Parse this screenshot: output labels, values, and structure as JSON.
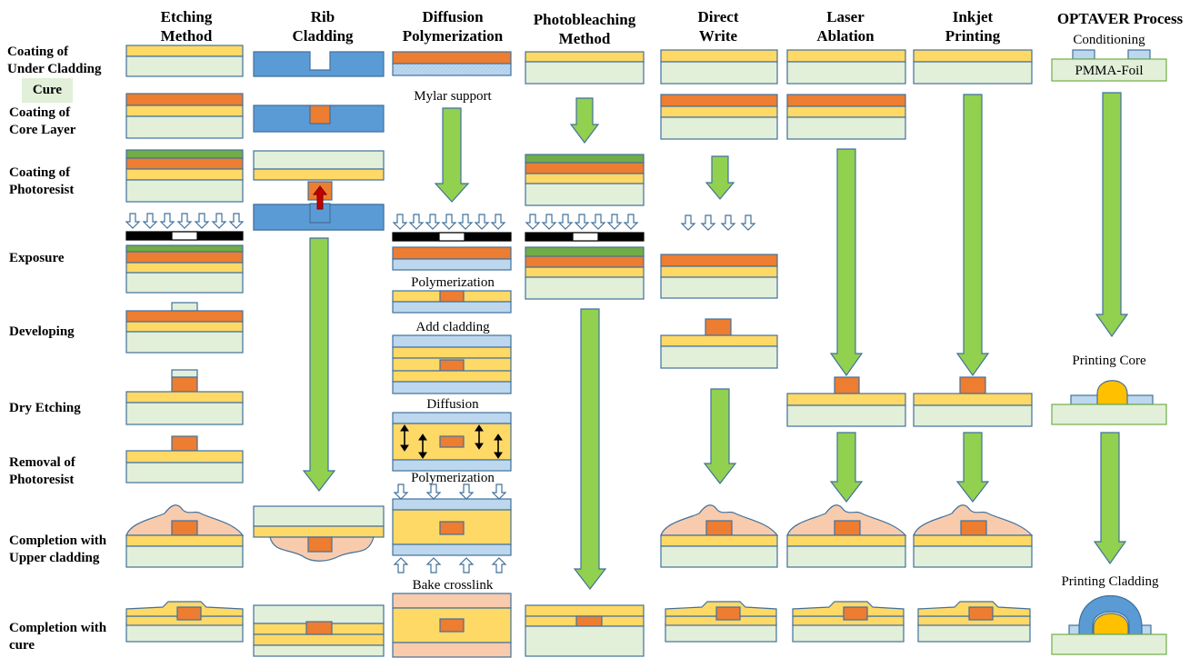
{
  "headers": {
    "etching": [
      "Etching",
      "Method"
    ],
    "rib": [
      "Rib",
      "Cladding"
    ],
    "diffusion": [
      "Diffusion",
      "Polymerization"
    ],
    "photobleaching": [
      "Photobleaching",
      "Method"
    ],
    "direct_write": [
      "Direct",
      "Write"
    ],
    "laser": [
      "Laser",
      "Ablation"
    ],
    "inkjet": [
      "Inkjet",
      "Printing"
    ],
    "optaver": [
      "OPTAVER Process"
    ]
  },
  "row_labels": {
    "r1": [
      "Coating of",
      "Under Cladding"
    ],
    "cure": "Cure",
    "r2": [
      "Coating of",
      "Core Layer"
    ],
    "r3": [
      "Coating of",
      "Photoresist"
    ],
    "r4": [
      "Exposure"
    ],
    "r5": [
      "Developing"
    ],
    "r6": [
      "Dry Etching"
    ],
    "r7": [
      "Removal of",
      "Photoresist"
    ],
    "r8": [
      "Completion with",
      "Upper cladding"
    ],
    "r9": [
      "Completion with",
      "cure"
    ]
  },
  "notes": {
    "mylar": "Mylar support",
    "polymerization1": "Polymerization",
    "add_cladding": "Add cladding",
    "diffusion": "Diffusion",
    "polymerization2": "Polymerization",
    "bake": "Bake crosslink",
    "conditioning": "Conditioning",
    "pmma": "PMMA-Foil",
    "printing_core": "Printing Core",
    "printing_cladding": "Printing Cladding"
  },
  "colors": {
    "under_cladding": "#e2efd9",
    "core": "#ed7d31",
    "cladding": "#ffd966",
    "photoresist": "#70ad47",
    "rib_substrate": "#5b9bd5",
    "mylar": "#bdd7ee",
    "upper_cladding_pink": "#f8cbad",
    "arrow": "#92d050",
    "outline": "#41719c"
  }
}
